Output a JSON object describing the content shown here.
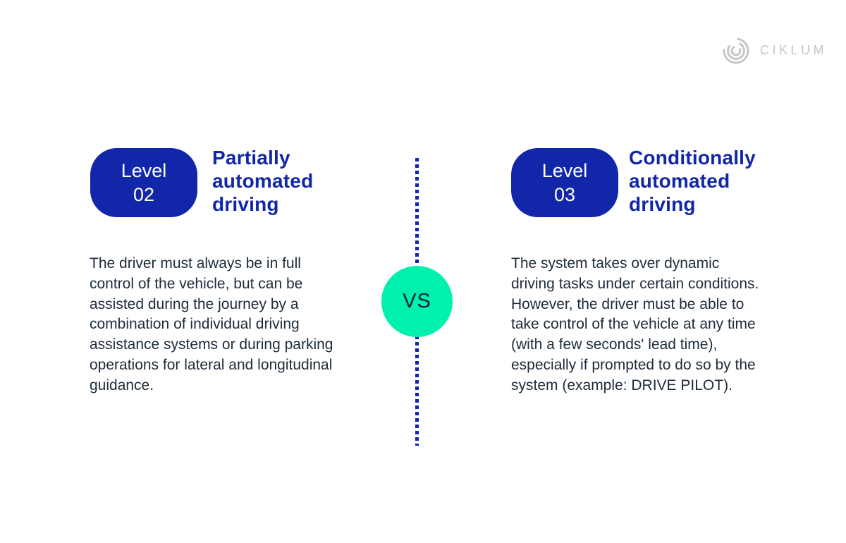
{
  "brand": {
    "logo_text": "CIKLUM",
    "logo_color": "#c6c6c6"
  },
  "colors": {
    "primary_blue": "#1226aa",
    "mint_green": "#00f0ae",
    "body_text": "#1d2b3a",
    "background": "#ffffff",
    "badge_text": "#ffffff"
  },
  "divider": {
    "vs_label": "VS",
    "line_style": "dotted-vertical"
  },
  "cards": [
    {
      "level_label": "Level\n02",
      "title": "Partially\nautomated\ndriving",
      "description": "The driver must always be in full control of the vehicle, but can be assisted during the journey by a combination of individual driving assistance systems or during parking operations for lateral and longitudinal guidance."
    },
    {
      "level_label": "Level\n03",
      "title": "Conditionally\nautomated\ndriving",
      "description": "The system takes over dynamic driving tasks under certain conditions. However, the driver must be able to take control of the vehicle at any time (with a few seconds' lead time), especially if prompted to do so by the system (example: DRIVE PILOT)."
    }
  ]
}
